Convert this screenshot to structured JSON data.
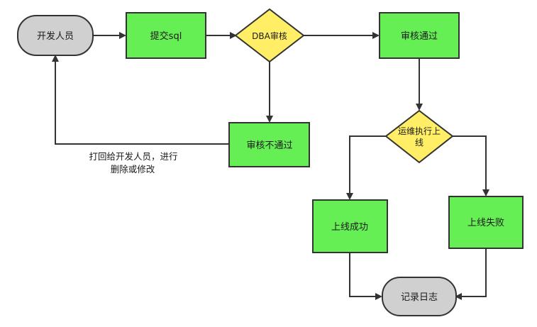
{
  "diagram": {
    "nodes": {
      "developer": "开发人员",
      "submit_sql": "提交sql",
      "dba_review": "DBA审核",
      "review_passed": "审核通过",
      "review_failed": "审核不通过",
      "ops_execute_line1": "运维执行上",
      "ops_execute_line2": "线",
      "release_success": "上线成功",
      "release_failed": "上线失败",
      "record_log": "记录日志"
    },
    "annotations": {
      "return_line1": "打回给开发人员，进行",
      "return_line2": "删除或修改"
    },
    "colors": {
      "process_fill": "#66ee55",
      "decision_fill": "#ffee66",
      "terminal_fill": "#d0d0d0",
      "stroke": "#333333"
    }
  }
}
